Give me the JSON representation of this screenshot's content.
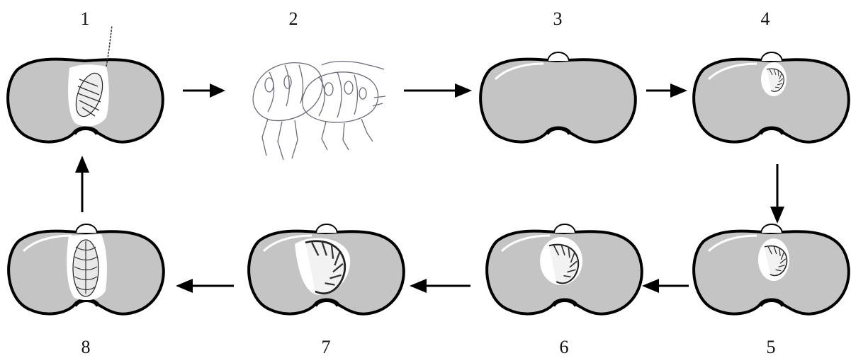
{
  "stages": [
    {
      "number": "1",
      "icon": "bean-with-adult-emerging-icon"
    },
    {
      "number": "2",
      "icon": "adult-beetle-pair-icon"
    },
    {
      "number": "3",
      "icon": "bean-with-egg-icon"
    },
    {
      "number": "4",
      "icon": "bean-with-young-larva-icon"
    },
    {
      "number": "5",
      "icon": "bean-with-larva-icon"
    },
    {
      "number": "6",
      "icon": "bean-with-larger-larva-icon"
    },
    {
      "number": "7",
      "icon": "bean-with-mature-larva-icon"
    },
    {
      "number": "8",
      "icon": "bean-with-pupa-icon"
    }
  ],
  "colors": {
    "seed_fill": "#c4c4c4",
    "outline": "#000000",
    "cavity": "#ffffff"
  }
}
